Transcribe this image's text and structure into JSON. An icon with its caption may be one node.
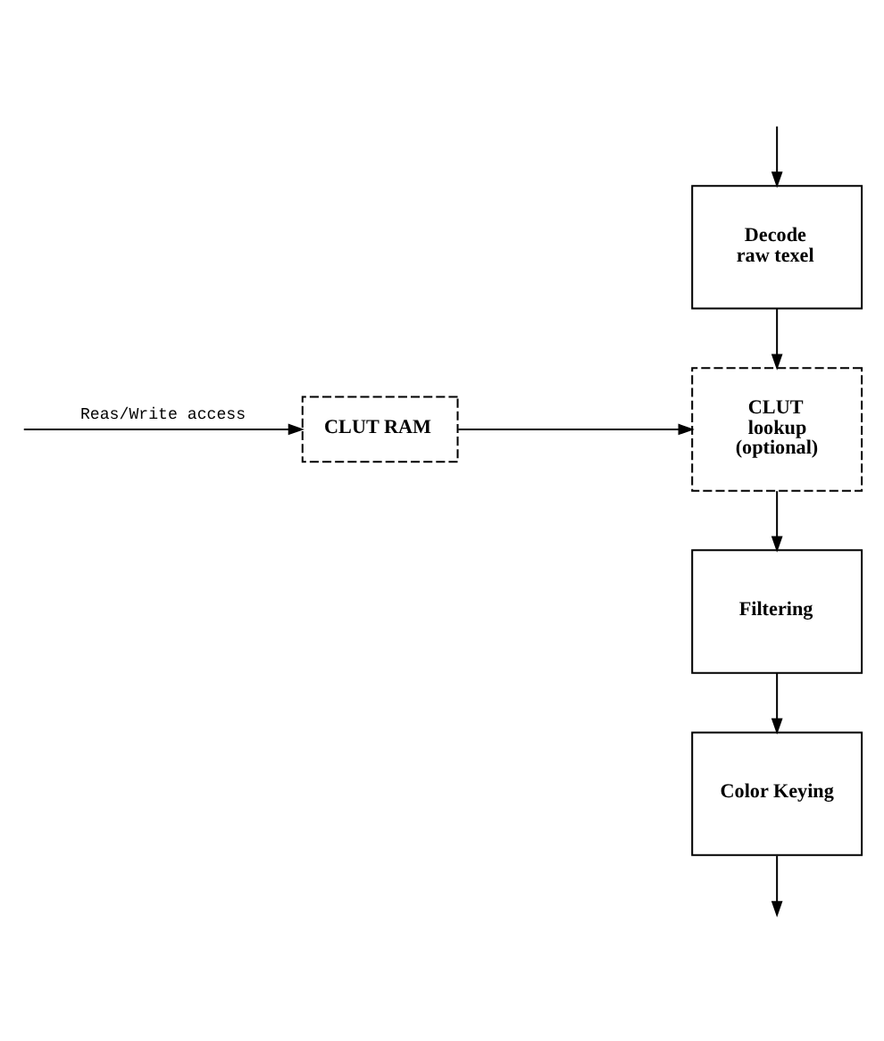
{
  "diagram": {
    "nodes": [
      {
        "text": [
          "Decode raw texel"
        ]
      },
      {
        "text": [
          "CLUT lookup (optional)"
        ]
      },
      {
        "text": [
          "CLUT RAM"
        ]
      },
      {
        "text": [
          "Filtering"
        ]
      },
      {
        "text": [
          "Color Keying"
        ]
      }
    ],
    "edges": [
      {
        "from": null,
        "to": 0,
        "arrow": "to"
      },
      {
        "from": 0,
        "to": 1,
        "arrow": "to"
      },
      {
        "from": 2,
        "to": 1,
        "arrow": "to"
      },
      {
        "from": null,
        "to": 2,
        "arrow": "to",
        "label": "Reas/Write access"
      },
      {
        "from": 1,
        "to": 3,
        "arrow": "to"
      },
      {
        "from": 3,
        "to": 4,
        "arrow": "to"
      },
      {
        "from": 4,
        "to": null,
        "arrow": "to"
      }
    ]
  }
}
